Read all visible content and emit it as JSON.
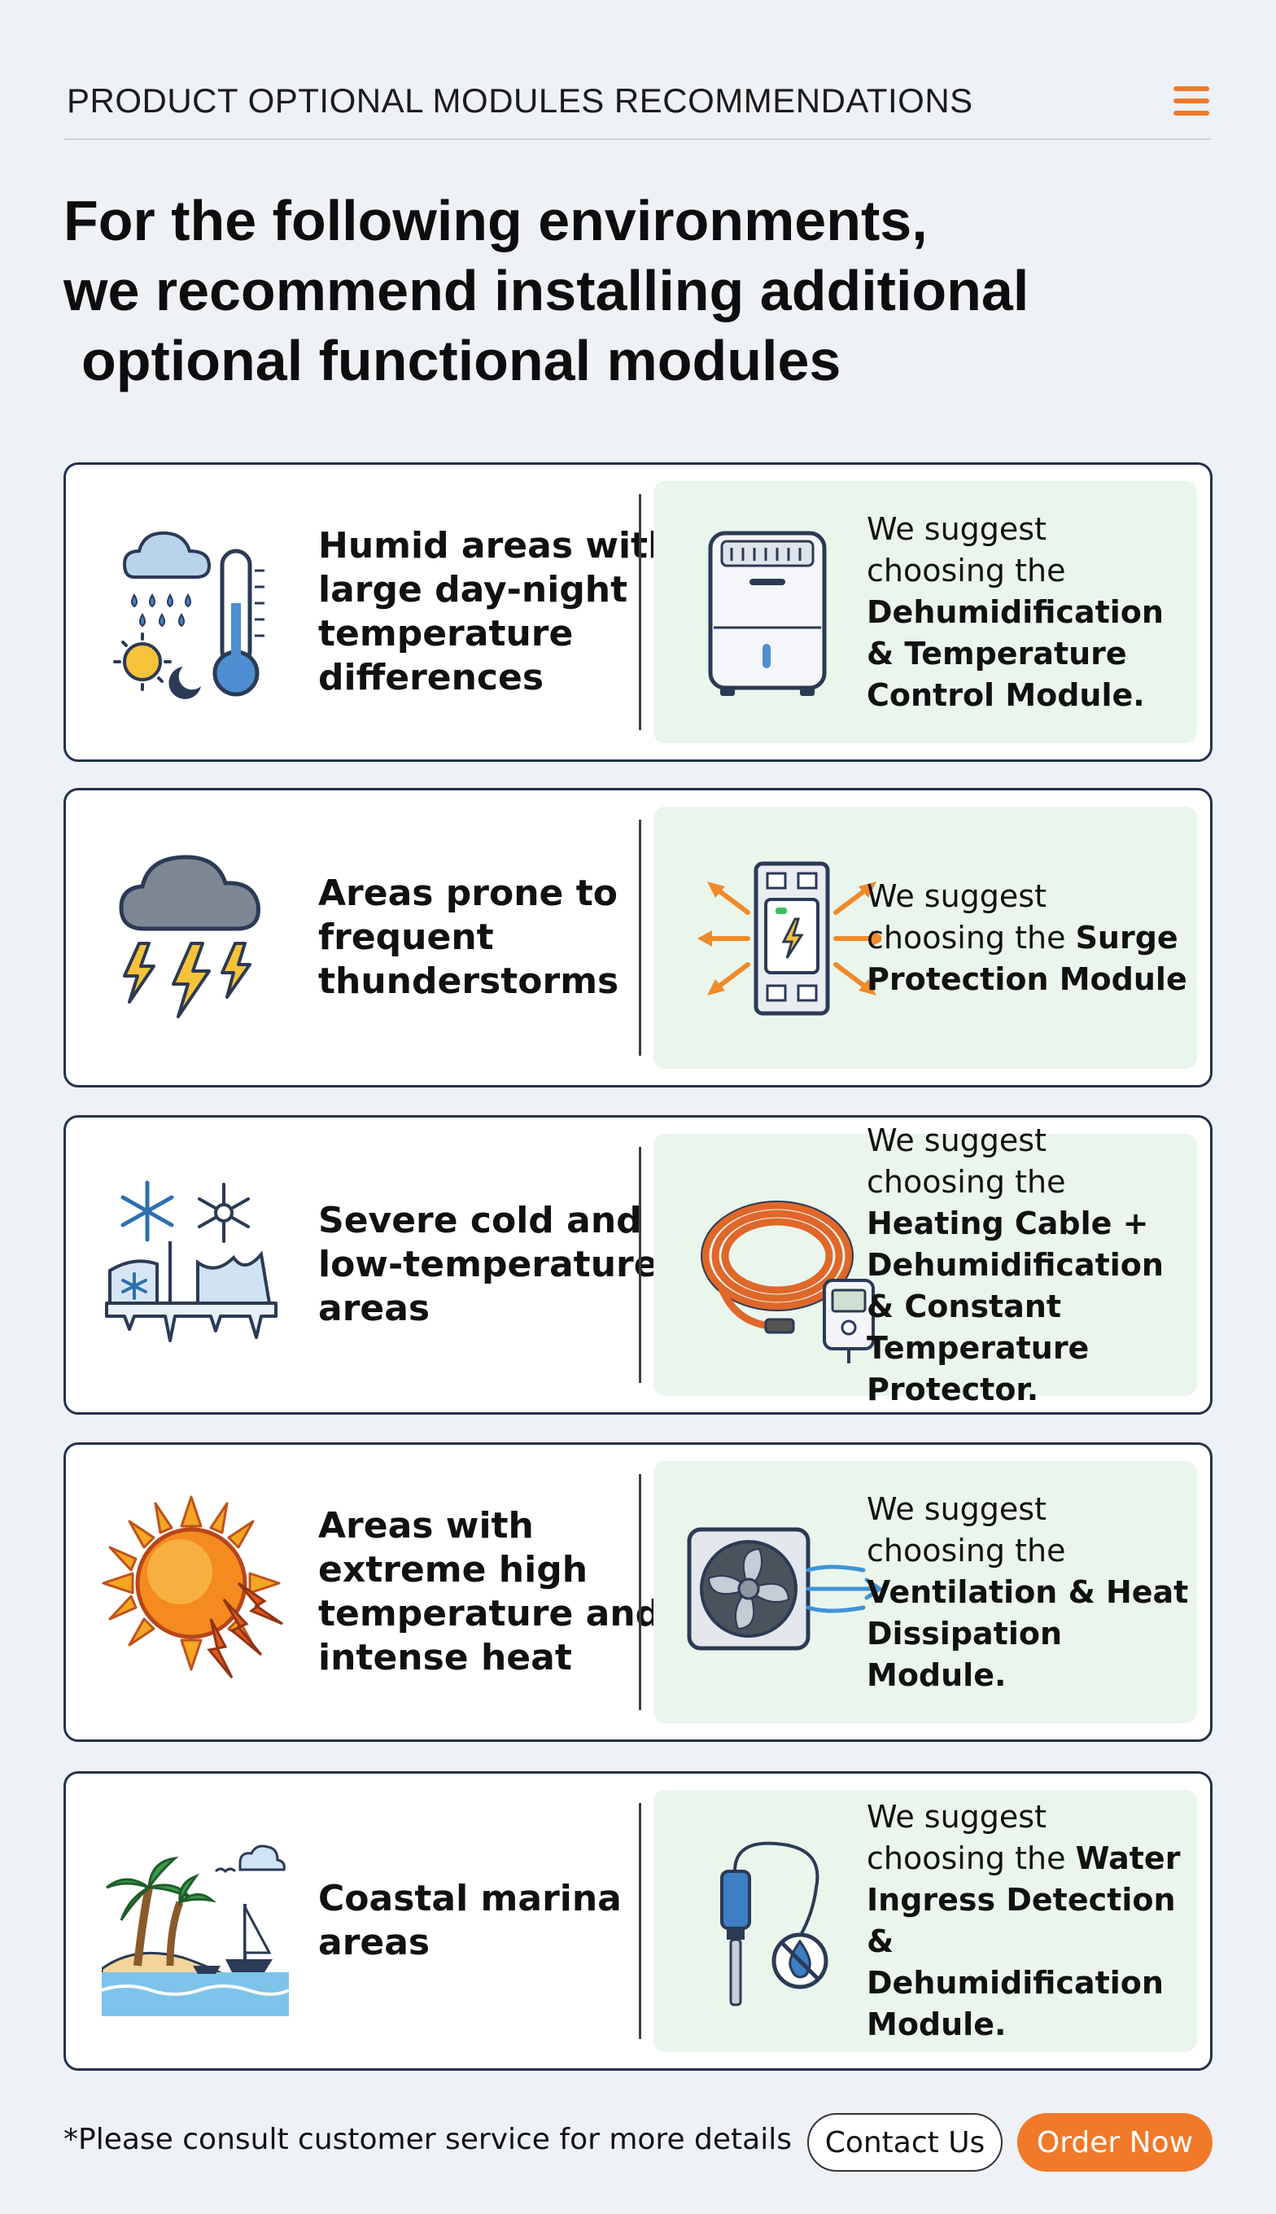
{
  "header": {
    "title": "PRODUCT OPTIONAL MODULES RECOMMENDATIONS",
    "accent_color": "#f07a2a"
  },
  "headline": {
    "line1": "For the following environments,",
    "line2": "we recommend installing additional",
    "line3": "optional functional modules"
  },
  "cards": [
    {
      "condition": "Humid areas with large day-night temperature differences",
      "rec_prefix": "We suggest choosing the ",
      "rec_module": "Dehumidification & Temperature Control Module.",
      "icon": "humid-weather-icon",
      "product_icon": "dehumidifier-icon"
    },
    {
      "condition": "Areas prone to frequent thunderstorms",
      "rec_prefix": "We suggest choosing the ",
      "rec_module": "Surge Protection Module",
      "icon": "thunderstorm-icon",
      "product_icon": "surge-protector-icon"
    },
    {
      "condition": "Severe cold and low-temperature areas",
      "rec_prefix": "We suggest choosing the ",
      "rec_module": "Heating Cable + Dehumidification & Constant Temperature Protector.",
      "icon": "snow-cold-icon",
      "product_icon": "heating-cable-icon"
    },
    {
      "condition": "Areas with extreme high temperature and intense heat",
      "rec_prefix": "We suggest choosing the ",
      "rec_module": "Ventilation & Heat Dissipation Module.",
      "icon": "hot-sun-icon",
      "product_icon": "ventilation-fan-icon"
    },
    {
      "condition": "Coastal marina areas",
      "rec_prefix": "We suggest choosing the ",
      "rec_module": "Water Ingress Detection & Dehumidification Module.",
      "icon": "coastal-beach-icon",
      "product_icon": "water-sensor-icon"
    }
  ],
  "footer": {
    "note": "*Please consult customer service for more details",
    "contact_label": "Contact Us",
    "order_label": "Order Now"
  }
}
